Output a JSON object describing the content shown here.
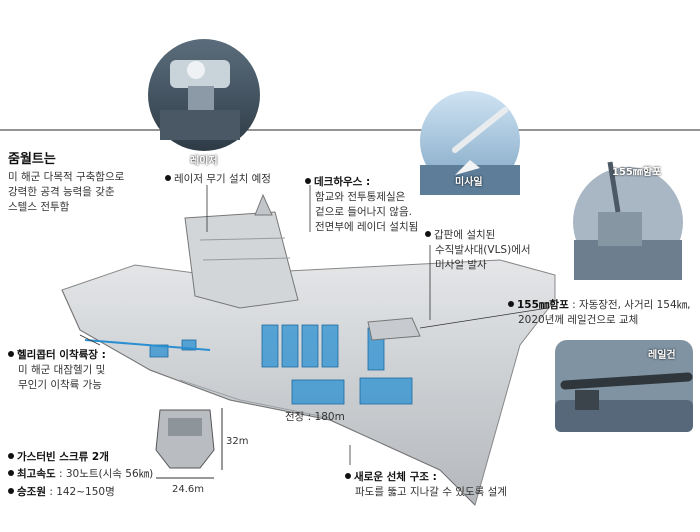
{
  "title": "줌월트는",
  "intro": [
    "미 해군 다목적 구축함으로",
    "강력한 공격 능력을 갖춘",
    "스텔스 전투함"
  ],
  "laser": {
    "caption": "레이저",
    "label": "레이저 무기 설치 예정"
  },
  "deckhouse": {
    "heading": "데크하우스 :",
    "lines": [
      "함교와 전투통제실은",
      "겉으로 들어나지 않음.",
      "전면부에 레이더 설치됨"
    ]
  },
  "missile": {
    "caption": "미사일",
    "lines": [
      "갑판에 설치된",
      "수직발사대(VLS)에서",
      "미사일 발사"
    ]
  },
  "gun155": {
    "caption": "155㎜함포",
    "heading": "155㎜함포",
    "detail": " : 자동장전, 사거리 154㎞,",
    "line2": "2020년께 레일건으로 교체"
  },
  "railgun": {
    "caption": "레일건"
  },
  "heli": {
    "heading": "헬리콥터 이착륙장 :",
    "lines": [
      "미 해군 대잠헬기 및",
      "무인기 이착륙 가능"
    ]
  },
  "length": "전장 : 180m",
  "turbine": {
    "heading": "가스터빈 스크류 2개"
  },
  "speed": {
    "heading": "최고속도",
    "detail": " : 30노트(시속 56㎞)"
  },
  "crew": {
    "heading": "승조원",
    "detail": " : 142~150명"
  },
  "height": "32m",
  "width": "24.6m",
  "hull": {
    "heading": "새로운 선체 구조 :",
    "line": "파도를 뚫고 지나갈 수 있도록 설계"
  },
  "colors": {
    "hull": "#c9ccd0",
    "accent": "#2a8fd0",
    "dark": "#2a2a2a"
  }
}
